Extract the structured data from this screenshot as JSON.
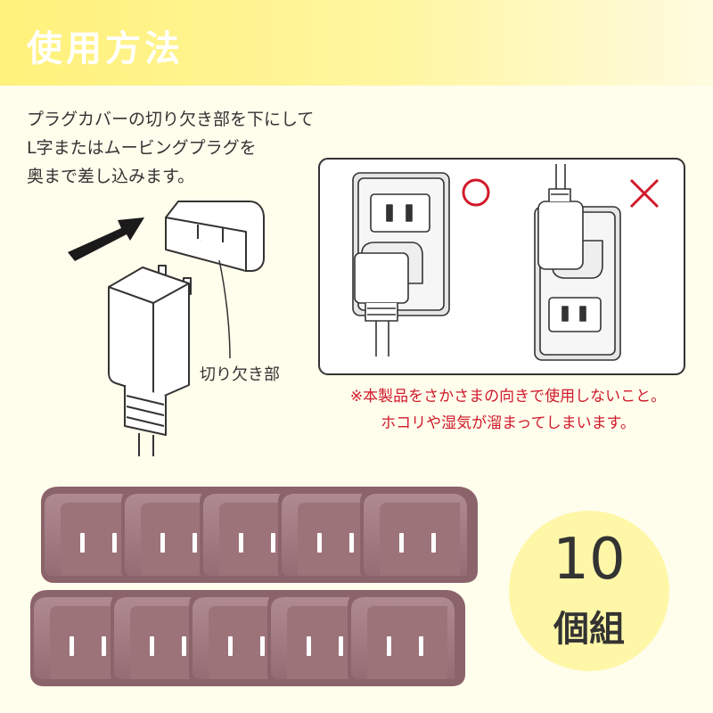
{
  "header": {
    "title": "使用方法"
  },
  "instructions": {
    "lines": [
      "プラグカバーの切り欠き部を下にして",
      "L字またはムービングプラグを",
      "奥まで差し込みます。"
    ]
  },
  "diagram": {
    "notch_label": "切り欠き部"
  },
  "example": {
    "correct_mark": "○",
    "wrong_mark": "×"
  },
  "warning": {
    "lines": [
      "※本製品をさかさまの向きで使用しないこと。",
      "ホコリや湿気が溜まってしまいます。"
    ]
  },
  "count_badge": {
    "number": "10",
    "unit": "個組"
  },
  "colors": {
    "header_gradient_start": "#fff17a",
    "background": "#fffdec",
    "warning_red": "#d0192b",
    "product_color": "#a47a82",
    "badge_yellow": "#fff7a8"
  },
  "icons": [
    "arrow-icon",
    "correct-mark-icon",
    "wrong-mark-icon"
  ]
}
